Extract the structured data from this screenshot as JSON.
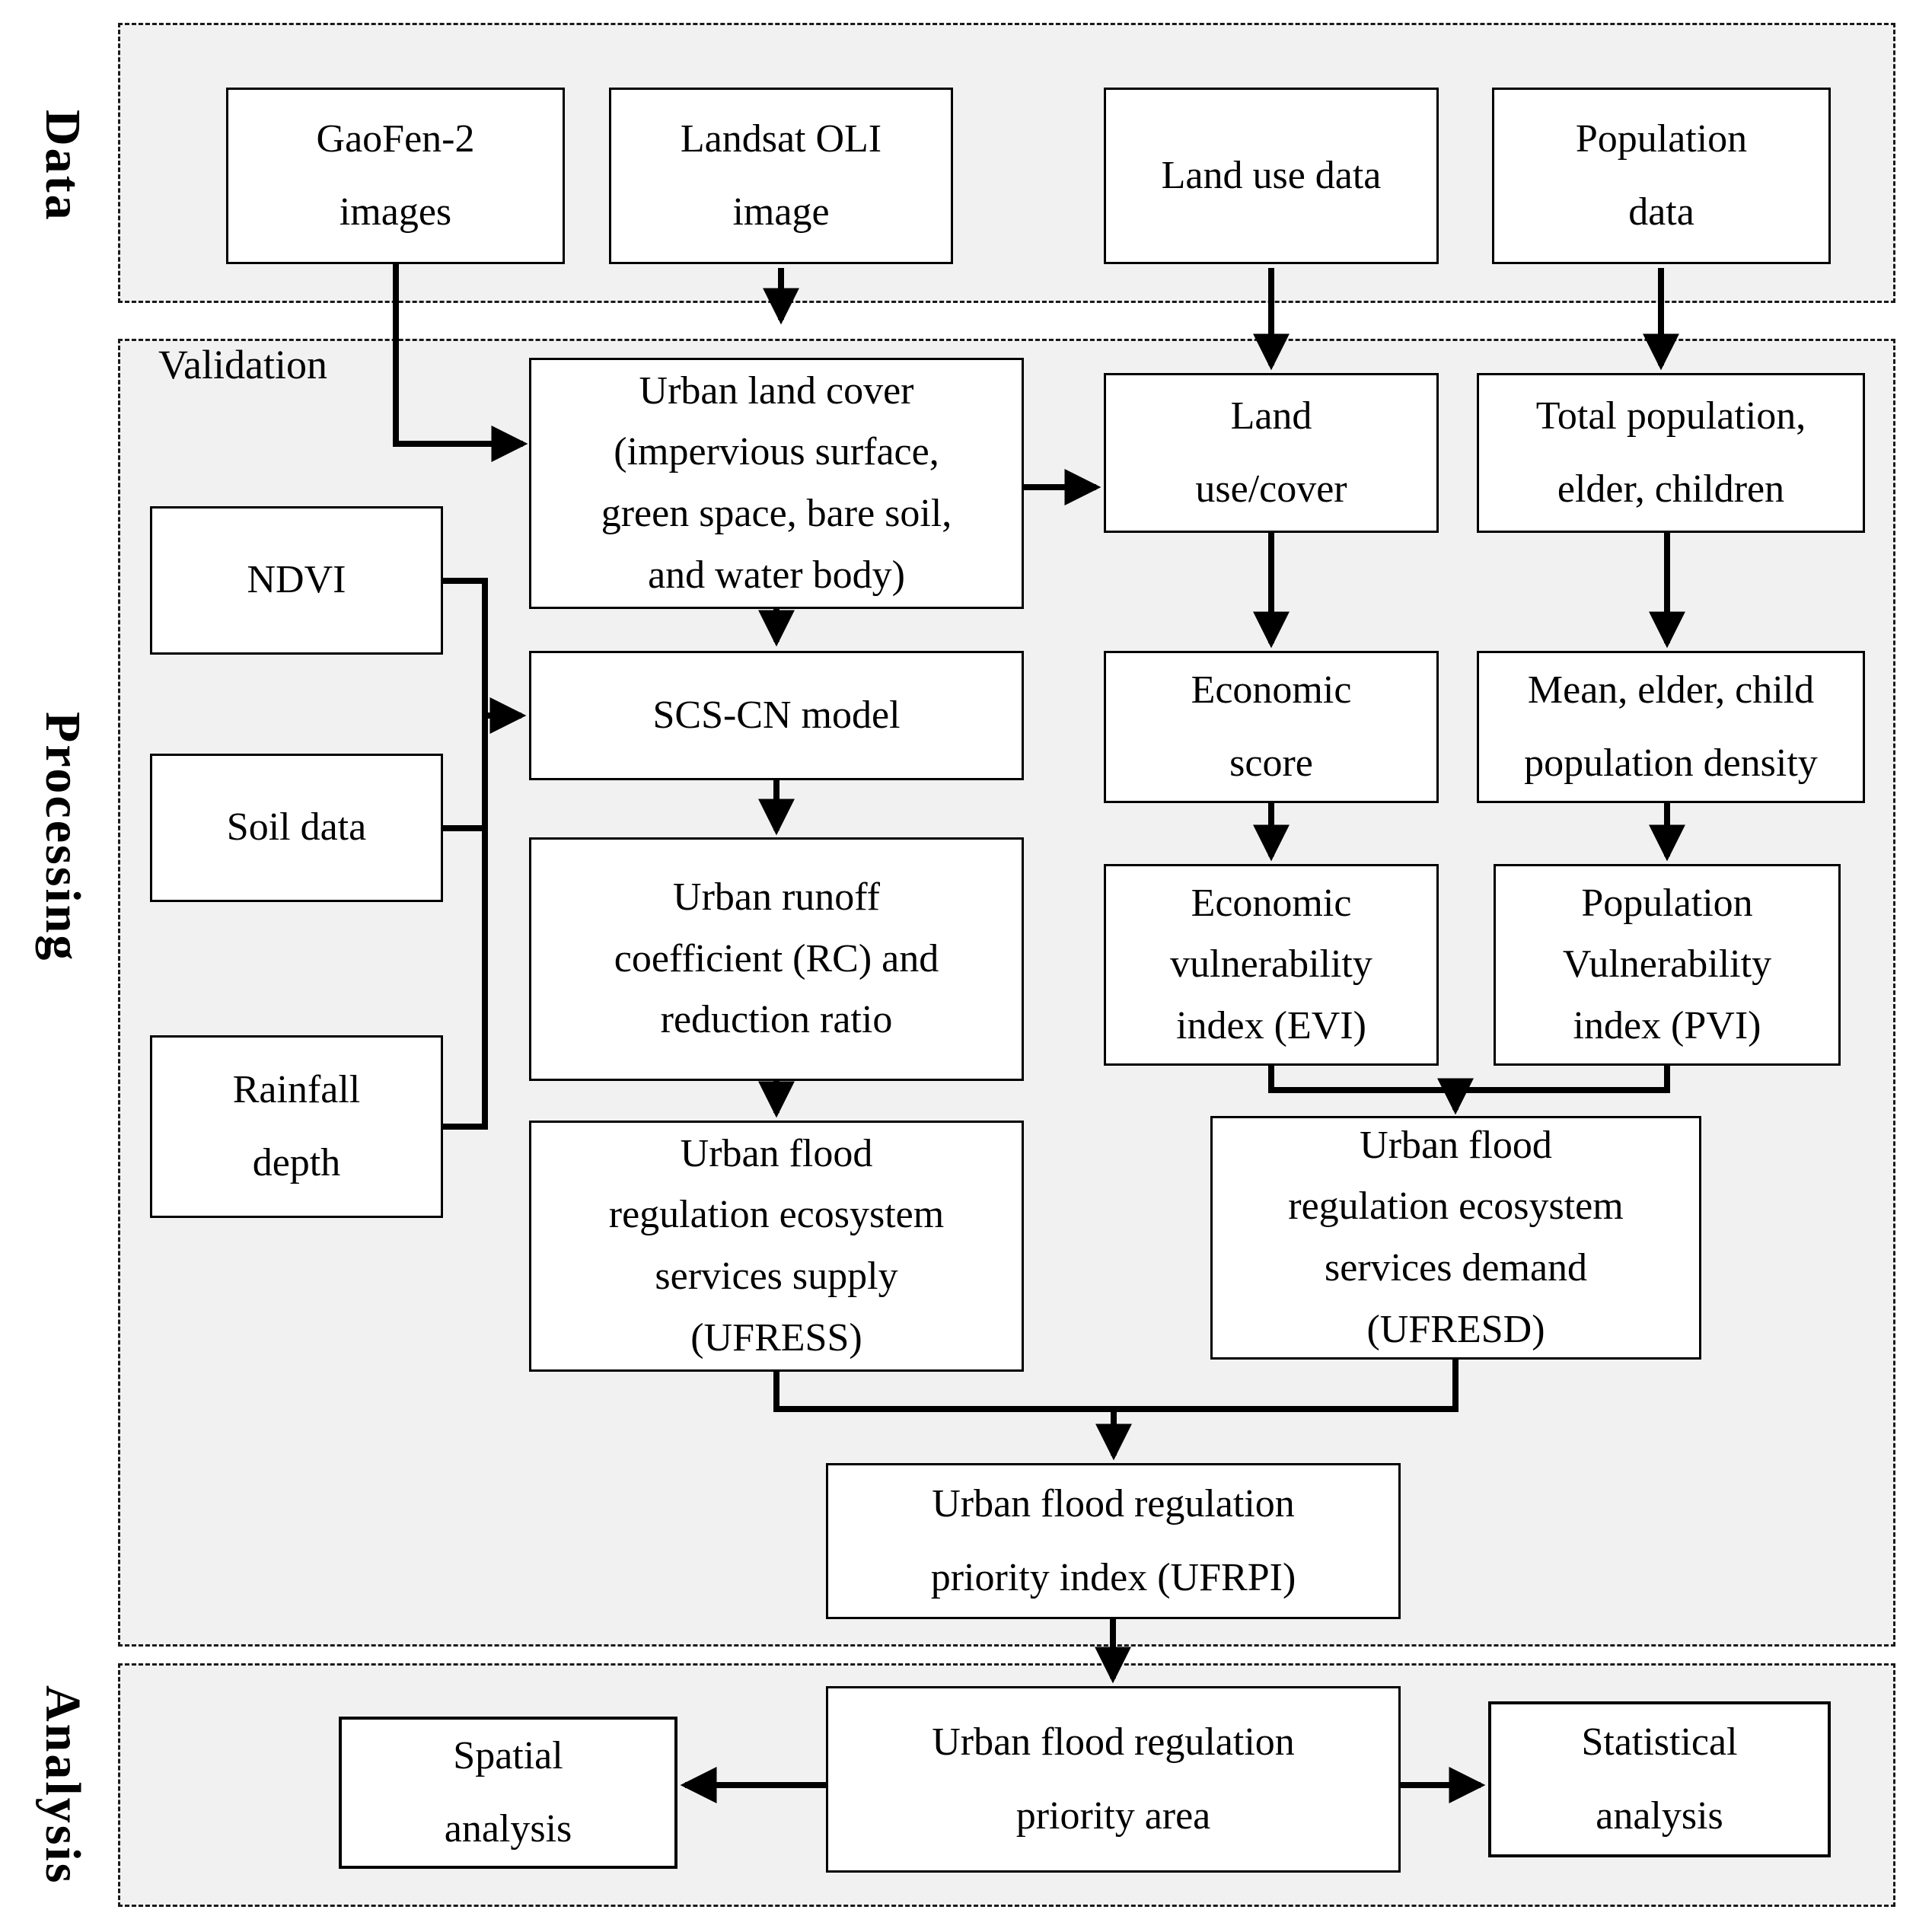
{
  "sections": {
    "data": {
      "label": "Data"
    },
    "processing": {
      "label": "Processing"
    },
    "analysis": {
      "label": "Analysis"
    }
  },
  "labels": {
    "validation": "Validation"
  },
  "boxes": {
    "gaofen": {
      "text": "GaoFen-2\nimages"
    },
    "landsat": {
      "text": "Landsat OLI\nimage"
    },
    "land_use_data": {
      "text": "Land use data"
    },
    "population_data": {
      "text": "Population\ndata"
    },
    "urban_land_cover": {
      "text": "Urban land cover\n(impervious surface,\ngreen space, bare soil,\nand water body)"
    },
    "land_use_cover": {
      "text": "Land\nuse/cover"
    },
    "total_population": {
      "text": "Total population,\nelder, children"
    },
    "ndvi": {
      "text": "NDVI"
    },
    "scs_cn": {
      "text": "SCS-CN model"
    },
    "economic_score": {
      "text": "Economic\nscore"
    },
    "mean_density": {
      "text": "Mean, elder, child\npopulation density"
    },
    "soil_data": {
      "text": "Soil data"
    },
    "urban_runoff": {
      "text": "Urban runoff\ncoefficient (RC) and\nreduction ratio"
    },
    "evi": {
      "text": "Economic\nvulnerability\nindex (EVI)"
    },
    "pvi": {
      "text": "Population\nVulnerability\nindex (PVI)"
    },
    "rainfall": {
      "text": "Rainfall\ndepth"
    },
    "ufress": {
      "text": "Urban flood\nregulation ecosystem\nservices supply\n(UFRESS)"
    },
    "ufresd": {
      "text": "Urban flood\nregulation ecosystem\nservices demand\n(UFRESD)"
    },
    "ufrpi": {
      "text": "Urban flood regulation\npriority index (UFRPI)"
    },
    "spatial": {
      "text": "Spatial\nanalysis"
    },
    "priority_area": {
      "text": "Urban flood regulation\npriority area"
    },
    "statistical": {
      "text": "Statistical\nanalysis"
    }
  },
  "colors": {
    "background": "#ffffff",
    "section_fill": "#f1f1f1",
    "box_fill": "#ffffff",
    "box_border": "#000000",
    "arrow": "#000000"
  }
}
